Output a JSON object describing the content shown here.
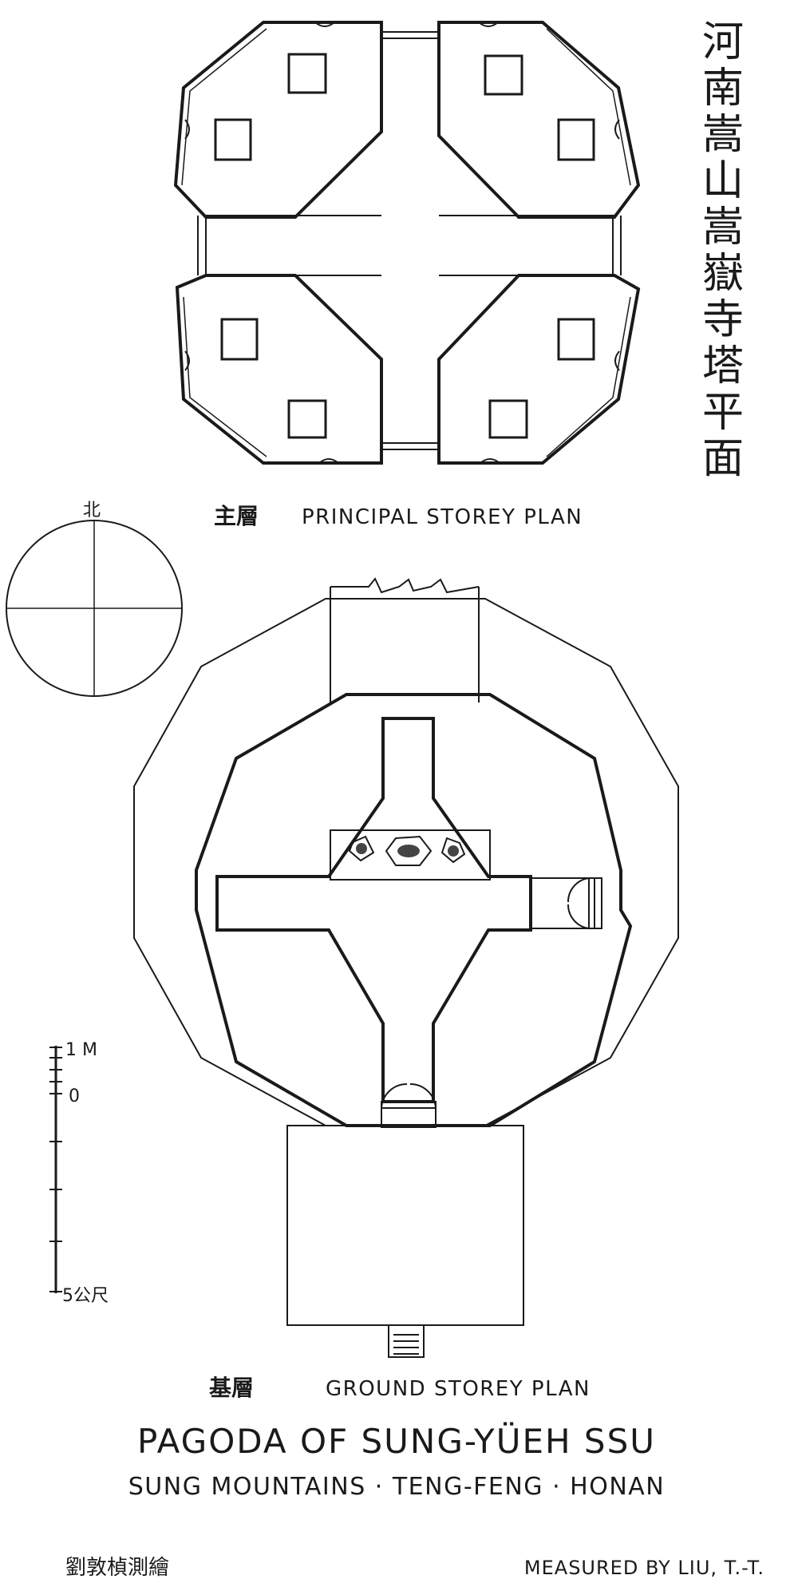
{
  "drawing": {
    "vertical_title_chars": [
      "河",
      "南",
      "嵩",
      "山",
      "嵩",
      "嶽",
      "寺",
      "塔",
      "平",
      "面"
    ],
    "principal_plan": {
      "chinese_label": "主層",
      "english_label": "PRINCIPAL STOREY PLAN"
    },
    "ground_plan": {
      "chinese_label": "基層",
      "english_label": "GROUND STOREY PLAN"
    },
    "north_arrow_label": "北",
    "scale_bar": {
      "top_label": "1 M",
      "zero_label": "0",
      "bottom_label": "5公尺"
    },
    "title_main": "PAGODA OF SUNG-YÜEH SSU",
    "title_sub": "SUNG MOUNTAINS · TENG-FENG · HONAN",
    "credit_chinese": "劉敦楨測繪",
    "credit_english": "MEASURED BY LIU, T.-T."
  }
}
